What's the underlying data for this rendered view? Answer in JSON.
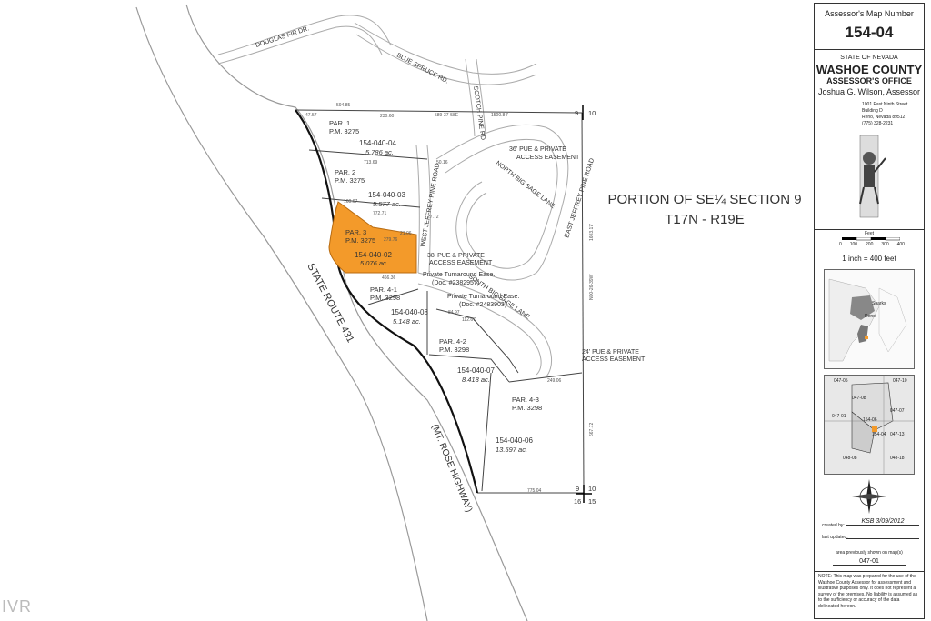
{
  "watermark": "IVR",
  "map": {
    "portion_title": "PORTION OF SE¼ SECTION 9",
    "township_range": "T17N - R19E",
    "roads": [
      {
        "label": "DOUGLAS FIR DR."
      },
      {
        "label": "BLUE SPRUCE RD."
      },
      {
        "label": "SCOTCH PINE RD"
      },
      {
        "label": "NORTH BIG SAGE LANE"
      },
      {
        "label": "SOUTH BIG SAGE LANE"
      },
      {
        "label": "EAST JEFFREY PINE ROAD"
      },
      {
        "label": "WEST JEFFREY PINE ROAD"
      },
      {
        "label": "STATE ROUTE 431"
      },
      {
        "label": "(MT. ROSE HIGHWAY)"
      }
    ],
    "parcels": [
      {
        "label": "PAR. 1",
        "pm": "P.M. 3275",
        "apn": "",
        "acres": ""
      },
      {
        "label": "",
        "pm": "",
        "apn": "154-040-04",
        "acres": "5.786 ac."
      },
      {
        "label": "PAR. 2",
        "pm": "P.M. 3275",
        "apn": "",
        "acres": ""
      },
      {
        "label": "",
        "pm": "",
        "apn": "154-040-03",
        "acres": "5.577 ac."
      },
      {
        "label": "PAR. 3",
        "pm": "P.M. 3275",
        "apn": "154-040-02",
        "acres": "5.076 ac.",
        "highlighted": true
      },
      {
        "label": "PAR. 4-1",
        "pm": "P.M. 3298",
        "apn": "154-040-08",
        "acres": "5.148 ac."
      },
      {
        "label": "PAR. 4-2",
        "pm": "P.M. 3298",
        "apn": "154-040-07",
        "acres": "8.418 ac."
      },
      {
        "label": "PAR. 4-3",
        "pm": "P.M. 3298",
        "apn": "154-040-06",
        "acres": "13.597 ac."
      }
    ],
    "easements": [
      {
        "text1": "36' PUE & PRIVATE",
        "text2": "ACCESS EASEMENT"
      },
      {
        "text1": "38' PUE & PRIVATE",
        "text2": "ACCESS EASEMENT"
      },
      {
        "text1": "Private Turnaround Ease.",
        "text2": "(Doc. #2382957)"
      },
      {
        "text1": "Private Turnaround Ease.",
        "text2": "(Doc. #2483903)"
      },
      {
        "text1": "24' PUE & PRIVATE",
        "text2": "ACCESS EASEMENT"
      }
    ],
    "section_corners": {
      "top_left": "9",
      "top_right": "10",
      "bot_tl": "9",
      "bot_tr": "10",
      "bot_bl": "16",
      "bot_br": "15"
    },
    "dimensions": [
      "594.85",
      "47.57",
      "230.60",
      "589-37-58E",
      "1500.84'",
      "713.69",
      "772.71",
      "160.67",
      "279.76",
      "466.36",
      "775.04",
      "1603.17'",
      "667.72",
      "249.06",
      "84.97",
      "112.67",
      "N00-26-39W",
      "50.16",
      "27.72",
      "21.06"
    ]
  },
  "panel": {
    "map_number_label": "Assessor's Map Number",
    "map_number": "154-04",
    "state": "STATE OF NEVADA",
    "county": "WASHOE COUNTY",
    "office": "ASSESSOR'S OFFICE",
    "assessor": "Joshua G. Wilson, Assessor",
    "address1": "1001 East Ninth Street",
    "address2": "Building D",
    "address3": "Reno, Nevada 89512",
    "phone": "(775) 328-2231",
    "scale_unit": "Feet",
    "scale_ticks": [
      "0",
      "100",
      "200",
      "300",
      "400"
    ],
    "scale_text": "1 inch = 400 feet",
    "locator_city1": "Sparks",
    "locator_city2": "Reno",
    "index_labels": [
      "047-05",
      "047-10",
      "047-08",
      "047-01",
      "047-07",
      "154-06",
      "154-04",
      "047-13",
      "048-08",
      "048-18"
    ],
    "created_by_label": "created by:",
    "created_by_value": "KSB 3/09/2012",
    "last_updated_label": "last updated:",
    "last_updated_value": "",
    "area_prev_label": "area previously shown on map(s)",
    "area_prev_value": "047-01",
    "note": "NOTE: This map was prepared for the use of the Washoe County Assessor for assessment and illustrative purposes only. It does not represent a survey of the premises. No liability is assumed as to the sufficiency or accuracy of the data delineated hereon."
  }
}
